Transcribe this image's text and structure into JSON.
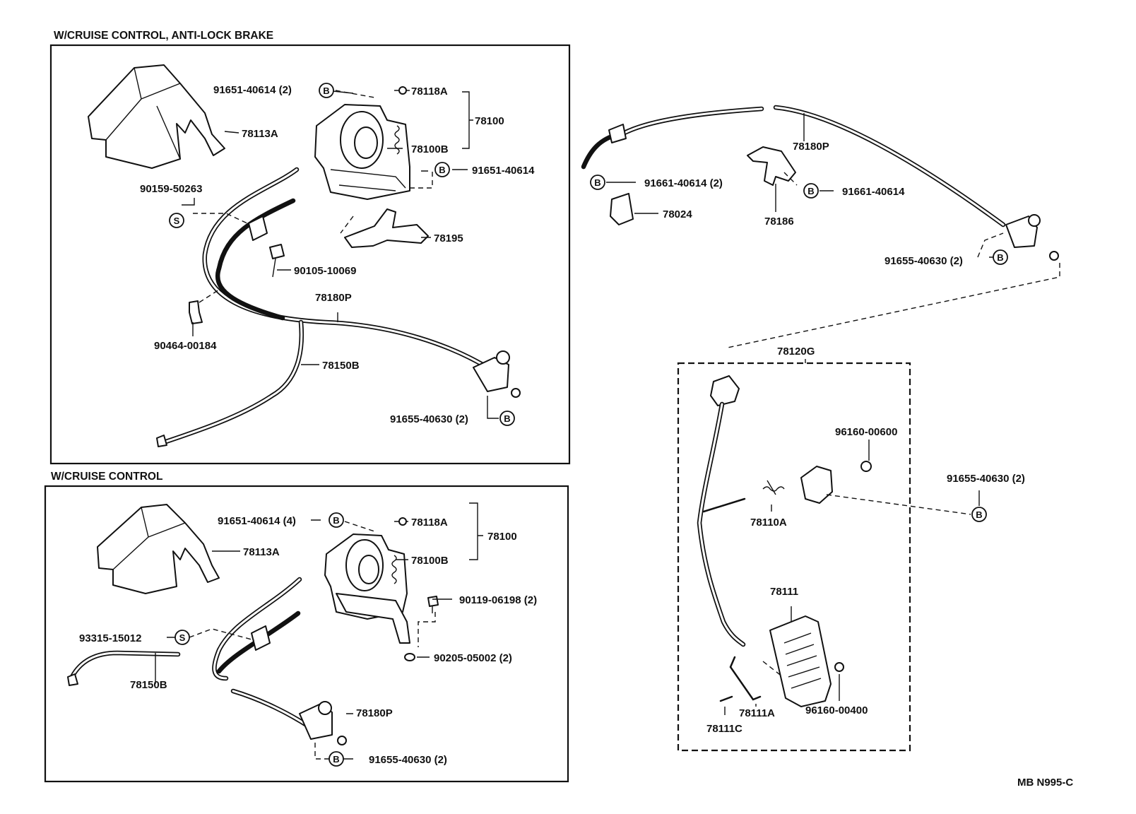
{
  "captions": {
    "top_left": "W/CRUISE CONTROL, ANTI-LOCK BRAKE",
    "bottom_left": "W/CRUISE CONTROL"
  },
  "symbols": {
    "bolt": "B",
    "screw": "S"
  },
  "top_left_labels": {
    "p91651_40614_2": "91651-40614 (2)",
    "p78118A": "78118A",
    "p78100": "78100",
    "p78100B": "78100B",
    "p78113A": "78113A",
    "p91651_40614": "91651-40614",
    "p90159_50263": "90159-50263",
    "p78195": "78195",
    "p90105_10069": "90105-10069",
    "p78180P": "78180P",
    "p90464_00184": "90464-00184",
    "p78150B": "78150B",
    "p91655_40630_2": "91655-40630 (2)"
  },
  "bottom_left_labels": {
    "p91651_40614_4": "91651-40614 (4)",
    "p78118A": "78118A",
    "p78100": "78100",
    "p78113A": "78113A",
    "p78100B": "78100B",
    "p90119_06198_2": "90119-06198 (2)",
    "p93315_15012": "93315-15012",
    "p90205_05002_2": "90205-05002 (2)",
    "p78150B": "78150B",
    "p78180P": "78180P",
    "p91655_40630_2": "91655-40630 (2)"
  },
  "right_labels": {
    "p78180P": "78180P",
    "p91661_40614_2": "91661-40614 (2)",
    "p91661_40614": "91661-40614",
    "p78024": "78024",
    "p78186": "78186",
    "p91655_40630_2_top": "91655-40630 (2)",
    "p78120G": "78120G",
    "p96160_00600": "96160-00600",
    "p91655_40630_2_side": "91655-40630 (2)",
    "p78110A": "78110A",
    "p78111": "78111",
    "p78111A": "78111A",
    "p96160_00400": "96160-00400",
    "p78111C": "78111C"
  },
  "diagram_code": "MB N995-C"
}
